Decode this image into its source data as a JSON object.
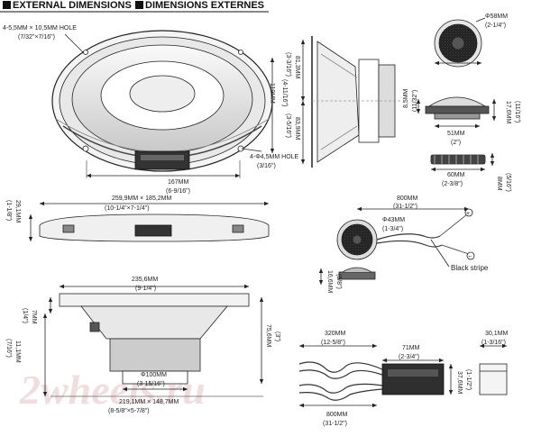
{
  "header": {
    "title_en": "EXTERNAL DIMENSIONS",
    "title_fr": "DIMENSIONS EXTERNES"
  },
  "watermark": "2wheels.ru",
  "woofer_front": {
    "hole_mm": "4-5,5MM × 10,5MM HOLE",
    "hole_in": "(7/32\"×7/16\")",
    "height_mm": "119MM",
    "height_in": "(4-11/16\")",
    "bolt_mm": "4-Φ4,5MM HOLE",
    "bolt_in": "(3/16\")",
    "width_mm": "167MM",
    "width_in": "(6-9/16\")"
  },
  "woofer_side": {
    "overall_mm": "81,3MM",
    "overall_in": "(3-3/16\")",
    "mount_mm": "83,9MM",
    "mount_in": "(3-5/16\")"
  },
  "tweeter_front": {
    "dia_mm": "Φ58MM",
    "dia_in": "(2-1/4\")"
  },
  "tweeter_side": {
    "depth_mm": "8,5MM",
    "depth_in": "(11/32\")",
    "width_mm": "51MM",
    "width_in": "(2\")",
    "height_mm": "17,6MM",
    "height_in": "(11/16\")"
  },
  "tweeter_bracket": {
    "width_mm": "60MM",
    "width_in": "(2-3/8\")",
    "height_mm": "8MM",
    "height_in": "(5/16\")"
  },
  "woofer_top": {
    "height_mm": "29,1MM",
    "height_in": "(1-1/8\")",
    "size_mm": "259,9MM × 185,2MM",
    "size_in": "(10-1/4\"×7-1/4\")"
  },
  "tweeter_wire": {
    "len_mm": "800MM",
    "len_in": "(31-1/2\")",
    "dia_mm": "Φ43MM",
    "dia_in": "(1-3/4\")",
    "plus": "+",
    "minus": "−",
    "stripe": "Black stripe",
    "depth_mm": "16,6MM",
    "depth_in": "(5/8\")"
  },
  "woofer_side2": {
    "width_mm": "235,6MM",
    "width_in": "(9-1/4\")",
    "h1_mm": "7MM",
    "h1_in": "(1/4\")",
    "h2_mm": "11,1MM",
    "h2_in": "(7/16\")",
    "depth_mm": "75,6MM",
    "depth_in": "(3\")",
    "magnet_mm": "Φ100MM",
    "magnet_in": "(3-15/16\")",
    "cutout_mm": "219,1MM × 148,7MM",
    "cutout_in": "(8-5/8\"×5-7/8\")"
  },
  "crossover": {
    "in_len_mm": "320MM",
    "in_len_in": "(12-5/8\")",
    "out_len_mm": "800MM",
    "out_len_in": "(31-1/2\")",
    "box_w_mm": "71MM",
    "box_w_in": "(2-3/4\")",
    "box_h_mm": "37,6MM",
    "box_h_in": "(1-1/2\")",
    "depth_mm": "30,1MM",
    "depth_in": "(1-3/16\")"
  }
}
